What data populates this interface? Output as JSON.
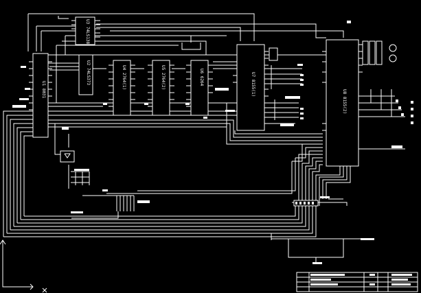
{
  "chips": {
    "u1": "U1 8031",
    "u2": "U2 74LS373",
    "u3": "U3 74LS138",
    "u4": "U4 2764(1)",
    "u5": "U5 2764(2)",
    "u6": "U6 6264",
    "u7": "U7 8155(1)",
    "u8": "U8 8155(2)"
  }
}
